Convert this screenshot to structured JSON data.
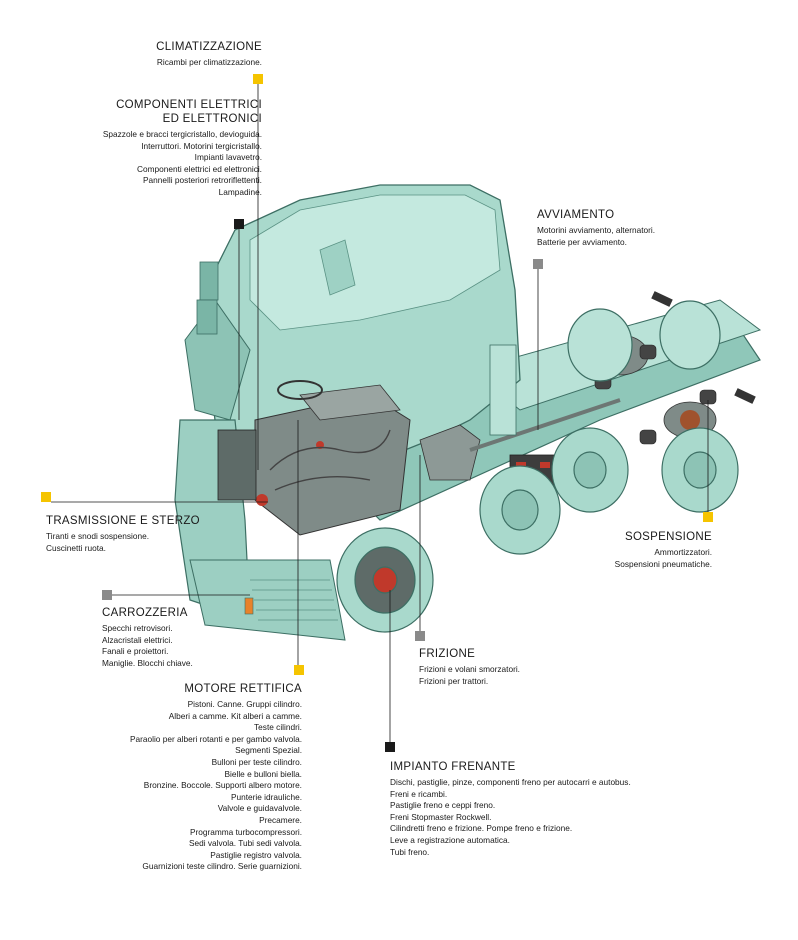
{
  "colors": {
    "yellow": "#f5c400",
    "gray": "#8a8a8a",
    "black": "#1a1a1a",
    "truck_body": "#a9d9cc",
    "truck_shadow": "#6fb3a3",
    "truck_outline": "#3d6f64"
  },
  "illustration": "truck-cutaway-illustration",
  "sections": {
    "climatizzazione": {
      "title": "CLIMATIZZAZIONE",
      "items": [
        "Ricambi per climatizzazione."
      ],
      "marker_color": "yellow"
    },
    "componenti": {
      "title_lines": [
        "COMPONENTI ELETTRICI",
        "ED ELETTRONICI"
      ],
      "items": [
        "Spazzole e bracci tergicristallo, devioguida.",
        "Interruttori. Motorini tergicristallo.",
        "Impianti lavavetro.",
        "Componenti elettrici ed elettronici.",
        "Pannelli posteriori retroriflettenti.",
        "Lampadine."
      ],
      "marker_color": "black"
    },
    "avviamento": {
      "title": "AVVIAMENTO",
      "items": [
        "Motorini avviamento, alternatori.",
        "Batterie per avviamento."
      ],
      "marker_color": "gray"
    },
    "trasmissione": {
      "title": "TRASMISSIONE E STERZO",
      "items": [
        "Tiranti e snodi sospensione.",
        "Cuscinetti ruota."
      ],
      "marker_color": "yellow"
    },
    "sospensione": {
      "title": "SOSPENSIONE",
      "items": [
        "Ammortizzatori.",
        "Sospensioni pneumatiche."
      ],
      "marker_color": "yellow"
    },
    "carrozzeria": {
      "title": "CARROZZERIA",
      "items": [
        "Specchi retrovisori.",
        "Alzacristali elettrici.",
        "Fanali e proiettori.",
        "Maniglie. Blocchi chiave."
      ],
      "marker_color": "gray"
    },
    "frizione": {
      "title": "FRIZIONE",
      "items": [
        "Frizioni e volani smorzatori.",
        "Frizioni per trattori."
      ],
      "marker_color": "gray"
    },
    "motore": {
      "title": "MOTORE RETTIFICA",
      "items": [
        "Pistoni. Canne. Gruppi cilindro.",
        "Alberi a camme. Kit alberi a camme.",
        "Teste cilindri.",
        "Paraolio per alberi rotanti e per gambo valvola.",
        "Segmenti Spezial.",
        "Bulloni per teste cilindro.",
        "Bielle e bulloni biella.",
        "Bronzine. Boccole. Supporti albero motore.",
        "Punterie idrauliche.",
        "Valvole e guidavalvole.",
        "Precamere.",
        "Programma turbocompressori.",
        "Sedi valvola. Tubi sedi valvola.",
        "Pastiglie registro valvola.",
        "Guarnizioni teste cilindro. Serie guarnizioni."
      ],
      "marker_color": "yellow"
    },
    "impianto": {
      "title": "IMPIANTO FRENANTE",
      "items": [
        "Dischi, pastiglie, pinze, componenti freno per autocarri e autobus.",
        "Freni e ricambi.",
        "Pastiglie freno e ceppi freno.",
        "Freni Stopmaster Rockwell.",
        "Cilindretti freno e frizione. Pompe freno e frizione.",
        "Leve a registrazione automatica.",
        "Tubi freno."
      ],
      "marker_color": "black"
    }
  }
}
